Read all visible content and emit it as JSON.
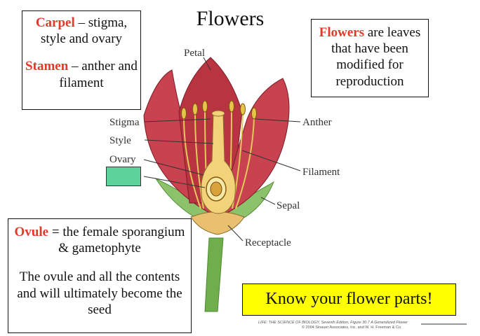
{
  "title": "Flowers",
  "carpel_box": {
    "carpel_term": "Carpel",
    "carpel_def": " – stigma, style and ovary",
    "stamen_term": "Stamen",
    "stamen_def": " – anther and filament"
  },
  "flowers_box": {
    "term": "Flowers",
    "def": " are leaves that have been modified for reproduction"
  },
  "ovule_box": {
    "term": "Ovule",
    "def": " = the female sporangium & gametophyte",
    "note": "The ovule and all the contents and will ultimately become the seed"
  },
  "know_box": "Know your flower parts!",
  "labels": {
    "petal": "Petal",
    "stigma": "Stigma",
    "style": "Style",
    "ovary": "Ovary",
    "anther": "Anther",
    "filament": "Filament",
    "sepal": "Sepal",
    "receptacle": "Receptacle"
  },
  "credit": {
    "line1": "LIFE: THE SCIENCE OF BIOLOGY, Seventh Edition, Figure 30.7 A Generalized Flower",
    "line2": "© 2004 Sinauer Associates, Inc. and W. H. Freeman & Co."
  },
  "colors": {
    "accent_red": "#e03a2a",
    "highlight_yellow": "#ffff00",
    "green_box": "#5fd19b",
    "petal": "#c8434f",
    "stem": "#6fae4a"
  }
}
